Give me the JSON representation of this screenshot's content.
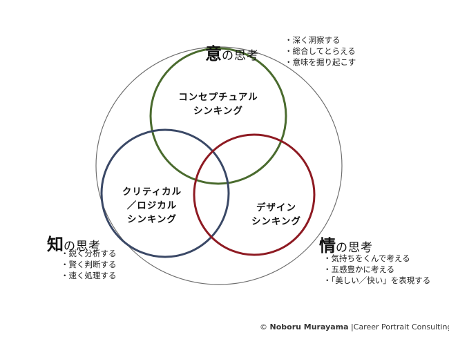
{
  "headings": {
    "top": {
      "kanji": "意",
      "rest": "の思考"
    },
    "left": {
      "kanji": "知",
      "rest": "の思考"
    },
    "right": {
      "kanji": "情",
      "rest": "の思考"
    }
  },
  "bullets": {
    "top": [
      "・深く洞察する",
      "・総合してとらえる",
      "・意味を掘り起こす"
    ],
    "left": [
      "・鋭く分析する",
      "・賢く判断する",
      "・速く処理する"
    ],
    "right": [
      "・気持ちをくんで考える",
      "・五感豊かに考える",
      "・「美しい／快い」を表現する"
    ]
  },
  "circles": {
    "concept": {
      "line1": "コンセプチュアル",
      "line2": "シンキング"
    },
    "critical": {
      "line1": "クリティカル",
      "line2": "／ロジカル",
      "line3": "シンキング"
    },
    "design": {
      "line1": "デザイン",
      "line2": "シンキング"
    }
  },
  "colors": {
    "outer": "#6f6f6f",
    "green": "#4a6b2e",
    "navy": "#3a4866",
    "red": "#8e1a22"
  },
  "copyright": {
    "symbol": "©",
    "author": "Noboru Murayama",
    "org": "Career Portrait Consulting"
  }
}
